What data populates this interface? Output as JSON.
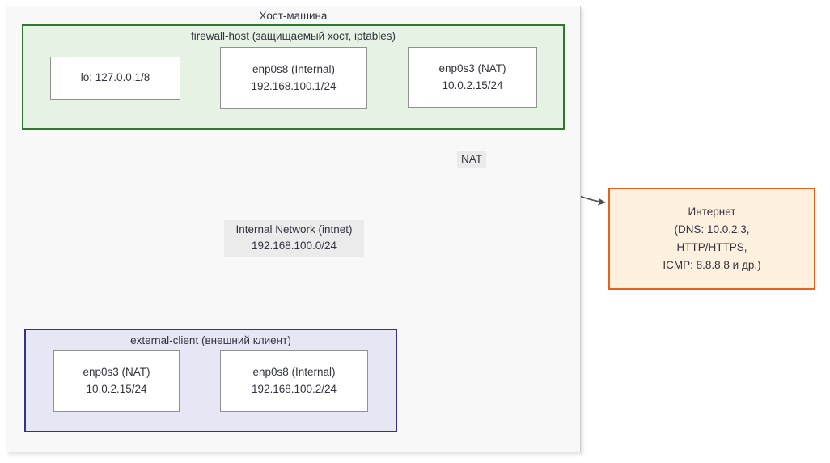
{
  "diagram": {
    "title": "Хост-машина",
    "containers": {
      "firewall_host": {
        "title": "firewall-host (защищаемый хост, iptables)",
        "border_color": "#2d7a2d",
        "fill_color": "#e6f2e3",
        "interfaces": [
          {
            "name": "lo: 127.0.0.1/8",
            "addr": ""
          },
          {
            "name": "enp0s8 (Internal)",
            "addr": "192.168.100.1/24"
          },
          {
            "name": "enp0s3 (NAT)",
            "addr": "10.0.2.15/24"
          }
        ]
      },
      "external_client": {
        "title": "external-client (внешний клиент)",
        "border_color": "#32328c",
        "fill_color": "#e6e6f5",
        "interfaces": [
          {
            "name": "enp0s3 (NAT)",
            "addr": "10.0.2.15/24"
          },
          {
            "name": "enp0s8 (Internal)",
            "addr": "192.168.100.2/24"
          }
        ]
      }
    },
    "internet": {
      "border_color": "#e8611c",
      "fill_color": "#fdf0de",
      "lines": [
        "Интернет",
        "(DNS: 10.0.2.3,",
        "HTTP/HTTPS,",
        "ICMP: 8.8.8.8 и др.)"
      ]
    },
    "edges": [
      {
        "id": "internal-network",
        "label_line1": "Internal Network (intnet)",
        "label_line2": "192.168.100.0/24",
        "from": "external-client enp0s8",
        "to": "firewall-host enp0s8",
        "style": "double-arrow-vertical",
        "color": "#707070"
      },
      {
        "id": "nat",
        "label_line1": "NAT",
        "from": "firewall-host enp0s3",
        "to": "Интернет",
        "style": "curved-arrow",
        "color": "#4d4d4d"
      }
    ],
    "colors": {
      "text": "#333340",
      "host_fill": "#f8f8f8",
      "host_border": "#cccccc",
      "label_fill": "#ebebeb",
      "connector": "#707070"
    }
  }
}
